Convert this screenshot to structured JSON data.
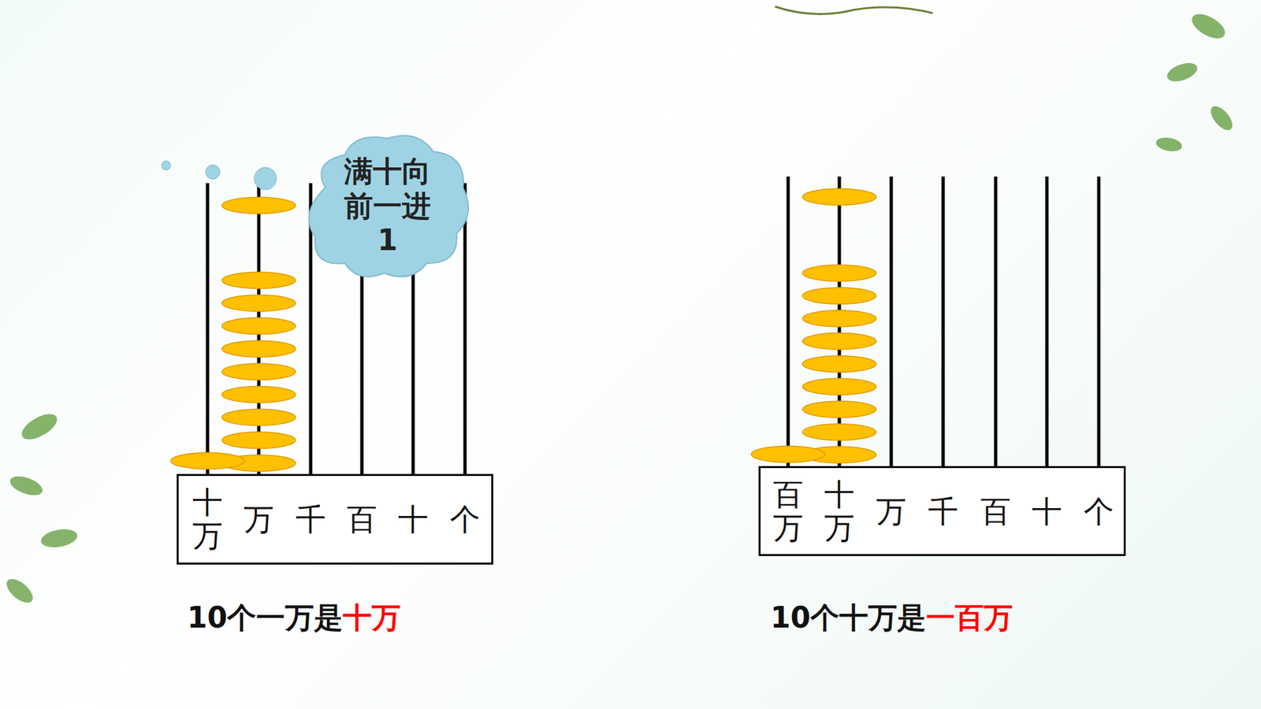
{
  "diagram": {
    "nodes": [
      {
        "text": [
          "满十向 前一进 1"
        ]
      },
      {
        "text": [
          "十万",
          "万",
          "千",
          "百",
          "十",
          "个"
        ]
      },
      {
        "text": [
          "百万",
          "十万",
          "万",
          "千",
          "百",
          "十",
          "个"
        ]
      }
    ],
    "labels": [
      "10个一万是",
      "十万",
      "10个十万是",
      "一百万"
    ]
  }
}
